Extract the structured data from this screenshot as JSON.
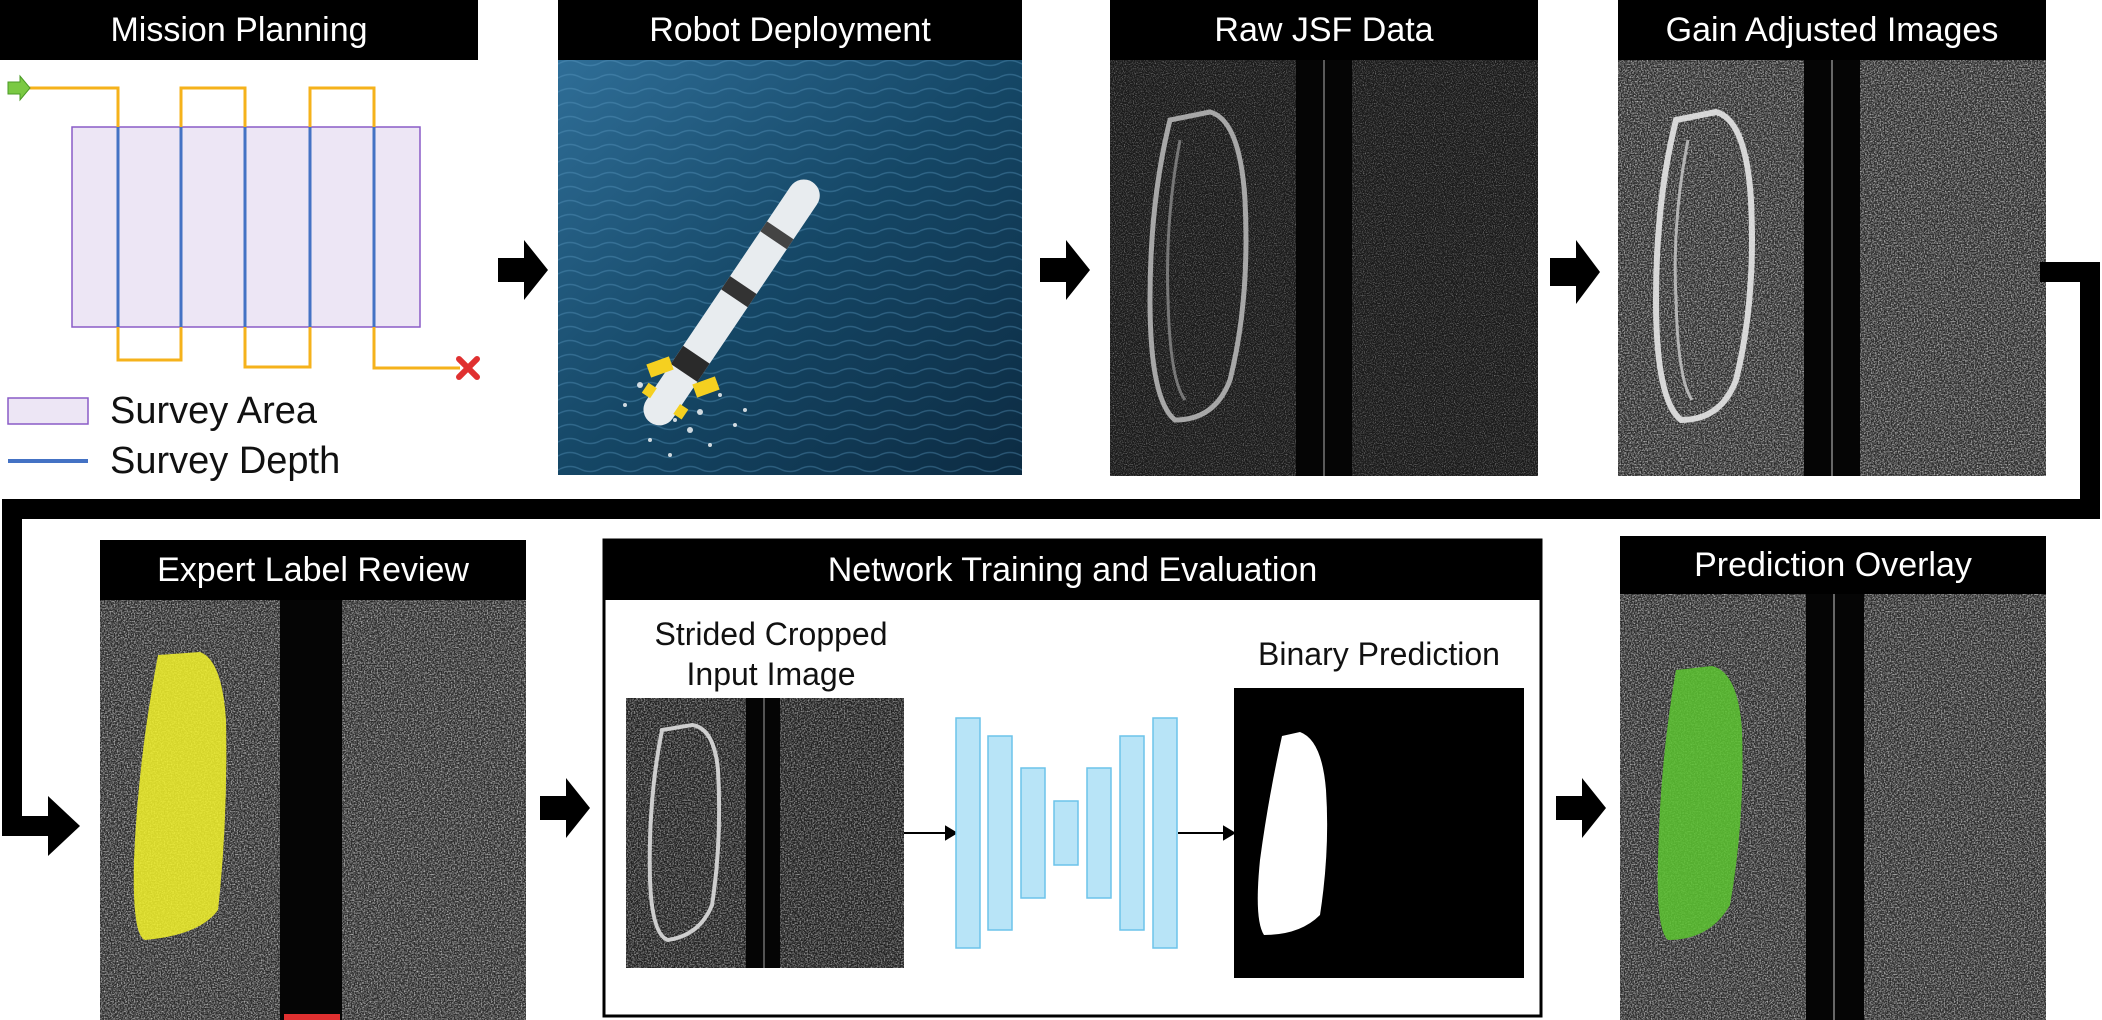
{
  "panels": {
    "mission_planning": "Mission Planning",
    "robot_deployment": "Robot Deployment",
    "raw_jsf": "Raw JSF Data",
    "gain_adjusted": "Gain Adjusted Images",
    "expert_label": "Expert Label Review",
    "network_training": "Network Training and Evaluation",
    "prediction_overlay": "Prediction Overlay"
  },
  "legend": {
    "survey_area": "Survey Area",
    "survey_depth": "Survey Depth"
  },
  "network": {
    "input_label_line1": "Strided Cropped",
    "input_label_line2": "Input Image",
    "output_label": "Binary Prediction"
  },
  "colors": {
    "survey_area_fill": "#ede6f5",
    "survey_area_border": "#8a5cc7",
    "survey_depth_line": "#4472c4",
    "path_line": "#f5b21b",
    "start_arrow": "#7ac943",
    "end_marker": "#e03030",
    "label_overlay": "#f2f22a",
    "prediction_overlay": "#5cc430",
    "network_layer": "#b8e4f7"
  }
}
